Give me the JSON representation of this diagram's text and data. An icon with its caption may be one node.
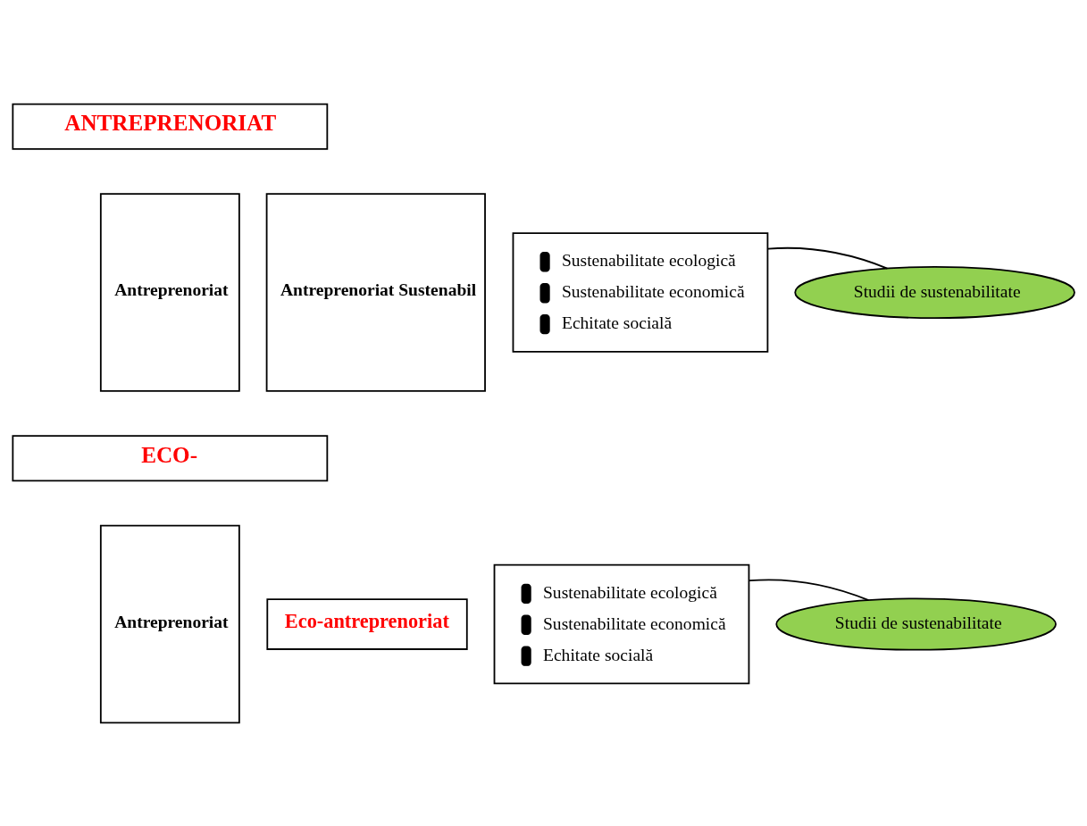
{
  "diagram": {
    "nodes": [
      {
        "text": [
          "ANTREPRENORIAT"
        ]
      },
      {
        "text": [
          "Antreprenoriat"
        ]
      },
      {
        "text": [
          "Antreprenoriat Sustenabil"
        ]
      },
      {
        "text": [
          "Sustenabilitate ecologică",
          "Sustenabilitate economică",
          "Echitate socială"
        ]
      },
      {
        "text": [
          "Studii de sustenabilitate"
        ]
      },
      {
        "text": [
          "ECO-"
        ]
      },
      {
        "text": [
          "Antreprenoriat"
        ]
      },
      {
        "text": [
          "Sustenabilitate ecologică",
          "Sustenabilitate economică",
          "Echitate socială"
        ]
      },
      {
        "text": [
          "Eco-antreprenoriat"
        ]
      },
      {
        "text": [
          "Studii de sustenabilitate"
        ]
      }
    ],
    "edges": [
      {
        "from": 4,
        "to": 3,
        "arrow": "none"
      },
      {
        "from": 9,
        "to": 7,
        "arrow": "none"
      }
    ]
  }
}
